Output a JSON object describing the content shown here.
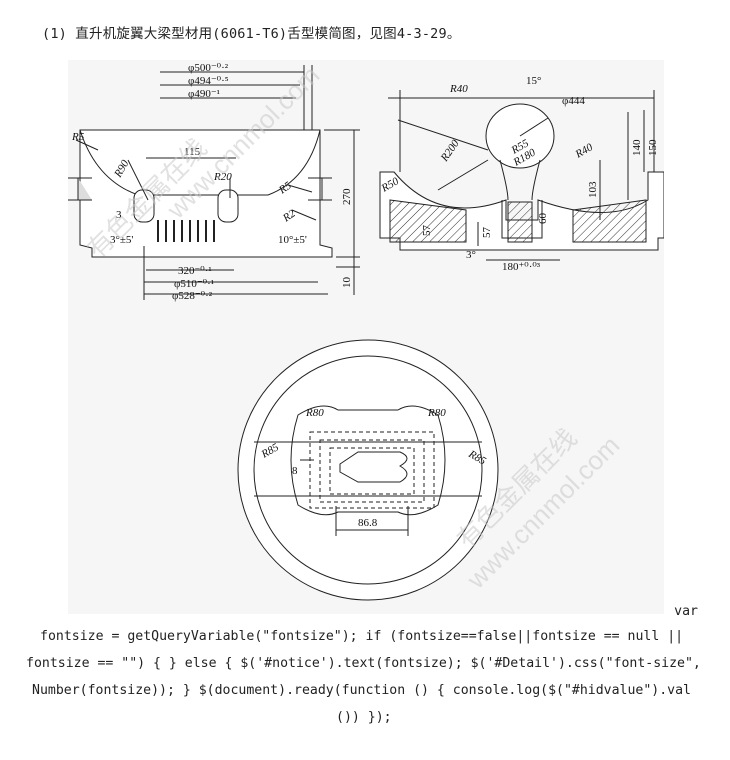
{
  "caption": "(1) 直升机旋翼大梁型材用(6061-T6)舌型模简图，见图4-3-29。",
  "drawing": {
    "watermark": [
      "有色金属在线",
      "www.cnnmol.com"
    ],
    "front_view": {
      "d500": "φ500⁻⁰·²",
      "d494": "φ494⁻⁰·⁵",
      "d490": "φ490⁻¹",
      "r5a": "R5",
      "r90": "R90",
      "w115": "115",
      "r20": "R20",
      "r5b": "R5",
      "r2": "R2",
      "h270": "270",
      "ang3": "3",
      "ang3pm": "3°±5'",
      "ang10": "10°±5'",
      "w320": "320⁻⁰·¹",
      "d510": "φ510⁻⁰·¹",
      "d528": "φ528⁻⁰·²",
      "h10": "10"
    },
    "side_view": {
      "r40a": "R40",
      "ang15": "15°",
      "d444": "φ444",
      "r200": "R200",
      "r55": "R55",
      "r180": "R180",
      "r40b": "R40",
      "h140": "140",
      "h150": "150",
      "r50": "R50",
      "h103": "103",
      "h60": "60",
      "h57a": "57",
      "h57b": "57",
      "ang3": "3°",
      "w180": "180⁺⁰·⁰³"
    },
    "top_view": {
      "r80a": "R80",
      "r80b": "R80",
      "r85a": "R85",
      "r85b": "R85",
      "h8": "8",
      "w86": "86.8"
    }
  },
  "code": {
    "line1": "var",
    "line2": "fontsize = getQueryVariable(\"fontsize\"); if (fontsize==false||fontsize == null ||",
    "line3": "fontsize == \"\") { } else { $('#notice').text(fontsize); $('#Detail').css(\"font-size\",",
    "line4": "Number(fontsize)); } $(document).ready(function () { console.log($(\"#hidvalue\").val",
    "line5": "()) });"
  }
}
